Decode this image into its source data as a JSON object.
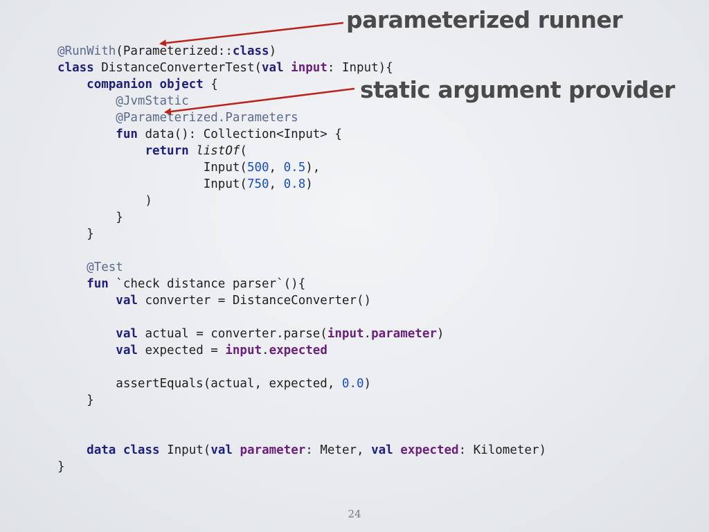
{
  "slide": {
    "callouts": {
      "parameterized_runner": "parameterized runner",
      "static_argument_provider": "static argument provider"
    },
    "page_number": "24",
    "colors": {
      "keyword": "#1e1f7a",
      "annotation": "#5b6a8a",
      "number": "#1a4fc3",
      "property": "#6a1f7a",
      "plain": "#1f1f1f",
      "callout": "#4a4a4a",
      "arrow": "#b8231b"
    },
    "code_lines": [
      [
        {
          "t": "@RunWith",
          "c": "ann"
        },
        {
          "t": "(Parameterized::"
        },
        {
          "t": "class",
          "c": "kw"
        },
        {
          "t": ")"
        }
      ],
      [
        {
          "t": "class",
          "c": "kw"
        },
        {
          "t": " DistanceConverterTest("
        },
        {
          "t": "val",
          "c": "kw"
        },
        {
          "t": " "
        },
        {
          "t": "input",
          "c": "prop"
        },
        {
          "t": ": Input){"
        }
      ],
      [
        {
          "t": "    "
        },
        {
          "t": "companion",
          "c": "kw"
        },
        {
          "t": " "
        },
        {
          "t": "object",
          "c": "kw"
        },
        {
          "t": " {"
        }
      ],
      [
        {
          "t": "        "
        },
        {
          "t": "@JvmStatic",
          "c": "ann"
        }
      ],
      [
        {
          "t": "        "
        },
        {
          "t": "@Parameterized.Parameters",
          "c": "ann"
        }
      ],
      [
        {
          "t": "        "
        },
        {
          "t": "fun",
          "c": "kw"
        },
        {
          "t": " data(): Collection<Input> {"
        }
      ],
      [
        {
          "t": "            "
        },
        {
          "t": "return",
          "c": "kw"
        },
        {
          "t": " "
        },
        {
          "t": "listOf",
          "c": "it"
        },
        {
          "t": "("
        }
      ],
      [
        {
          "t": "                    Input("
        },
        {
          "t": "500",
          "c": "num"
        },
        {
          "t": ", "
        },
        {
          "t": "0.5",
          "c": "num"
        },
        {
          "t": "),"
        }
      ],
      [
        {
          "t": "                    Input("
        },
        {
          "t": "750",
          "c": "num"
        },
        {
          "t": ", "
        },
        {
          "t": "0.8",
          "c": "num"
        },
        {
          "t": ")"
        }
      ],
      [
        {
          "t": "            )"
        }
      ],
      [
        {
          "t": "        }"
        }
      ],
      [
        {
          "t": "    }"
        }
      ],
      [
        {
          "t": ""
        }
      ],
      [
        {
          "t": "    "
        },
        {
          "t": "@Test",
          "c": "ann"
        }
      ],
      [
        {
          "t": "    "
        },
        {
          "t": "fun",
          "c": "kw"
        },
        {
          "t": " `check distance parser`(){"
        }
      ],
      [
        {
          "t": "        "
        },
        {
          "t": "val",
          "c": "kw"
        },
        {
          "t": " converter = DistanceConverter()"
        }
      ],
      [
        {
          "t": ""
        }
      ],
      [
        {
          "t": "        "
        },
        {
          "t": "val",
          "c": "kw"
        },
        {
          "t": " actual = converter.parse("
        },
        {
          "t": "input",
          "c": "prop"
        },
        {
          "t": "."
        },
        {
          "t": "parameter",
          "c": "prop"
        },
        {
          "t": ")"
        }
      ],
      [
        {
          "t": "        "
        },
        {
          "t": "val",
          "c": "kw"
        },
        {
          "t": " expected = "
        },
        {
          "t": "input",
          "c": "prop"
        },
        {
          "t": "."
        },
        {
          "t": "expected",
          "c": "prop"
        }
      ],
      [
        {
          "t": ""
        }
      ],
      [
        {
          "t": "        assertEquals(actual, expected, "
        },
        {
          "t": "0.0",
          "c": "num"
        },
        {
          "t": ")"
        }
      ],
      [
        {
          "t": "    }"
        }
      ],
      [
        {
          "t": ""
        }
      ],
      [
        {
          "t": ""
        }
      ],
      [
        {
          "t": "    "
        },
        {
          "t": "data",
          "c": "kw"
        },
        {
          "t": " "
        },
        {
          "t": "class",
          "c": "kw"
        },
        {
          "t": " Input("
        },
        {
          "t": "val",
          "c": "kw"
        },
        {
          "t": " "
        },
        {
          "t": "parameter",
          "c": "prop"
        },
        {
          "t": ": Meter, "
        },
        {
          "t": "val",
          "c": "kw"
        },
        {
          "t": " "
        },
        {
          "t": "expected",
          "c": "prop"
        },
        {
          "t": ": Kilometer)"
        }
      ],
      [
        {
          "t": "}"
        }
      ]
    ]
  }
}
